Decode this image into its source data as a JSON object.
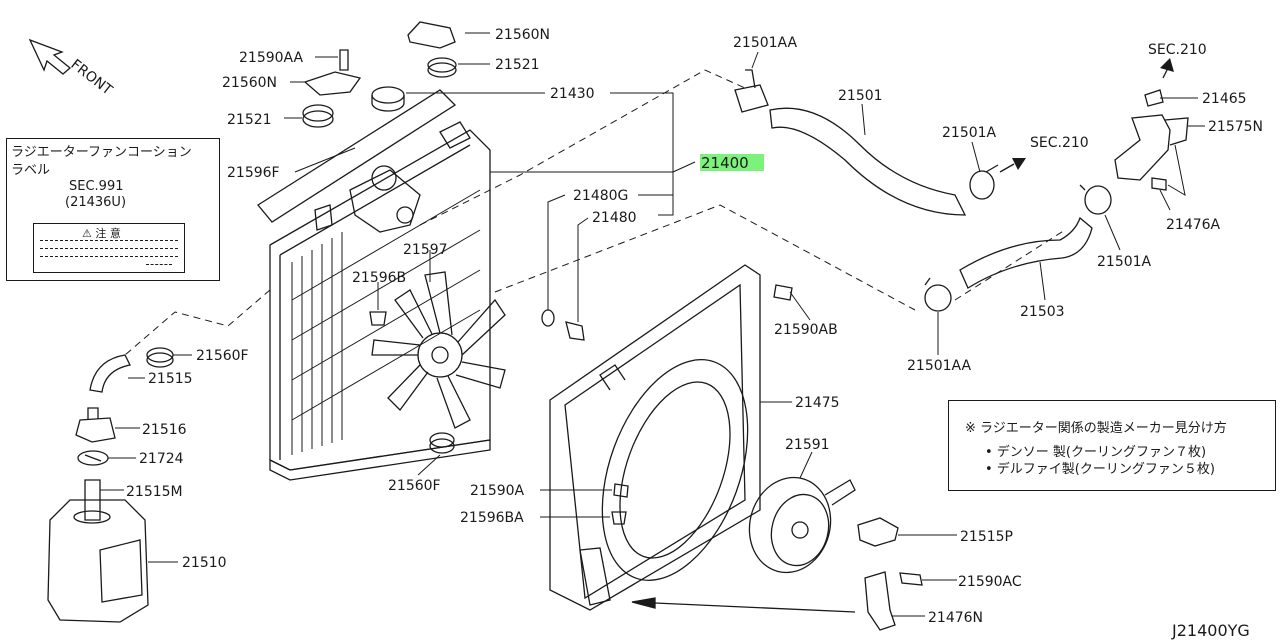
{
  "diagram": {
    "direction_label": "FRONT",
    "footer_code": "J21400YG",
    "highlight_color": "#7cf27c",
    "part_labels": {
      "p21560N_top": "21560N",
      "p21590AA": "21590AA",
      "p21521_top": "21521",
      "p21560N_left": "21560N",
      "p21521_left": "21521",
      "p21430": "21430",
      "p21596F": "21596F",
      "p21400": "21400",
      "p21480G": "21480G",
      "p21480": "21480",
      "p21597": "21597",
      "p21596B": "21596B",
      "p21560F_left": "21560F",
      "p21515": "21515",
      "p21516": "21516",
      "p21724": "21724",
      "p21515M": "21515M",
      "p21510": "21510",
      "p21560F_bottom": "21560F",
      "p21590A": "21590A",
      "p21596BA": "21596BA",
      "p21590AB": "21590AB",
      "p21475": "21475",
      "p21591": "21591",
      "p21515P": "21515P",
      "p21590AC": "21590AC",
      "p21476N": "21476N",
      "p21501AA_top": "21501AA",
      "p21501": "21501",
      "p21501A_mid": "21501A",
      "sec210_mid": "SEC.210",
      "sec210_top": "SEC.210",
      "p21465": "21465",
      "p21575N": "21575N",
      "p21476A": "21476A",
      "p21501A_right": "21501A",
      "p21503": "21503",
      "p21501AA_bottom": "21501AA"
    }
  },
  "caution_box": {
    "title_line1": "ラジエーターファンコーション",
    "title_line2": "ラベル",
    "sec_ref": "SEC.991",
    "part_ref": "(21436U)",
    "label_heading": "⚠ 注 意"
  },
  "maker_note": {
    "heading": "※ ラジエーター関係の製造メーカー見分け方",
    "line1": "• デンソー 製(クーリングファン７枚)",
    "line2": "• デルファイ製(クーリングファン５枚)"
  }
}
